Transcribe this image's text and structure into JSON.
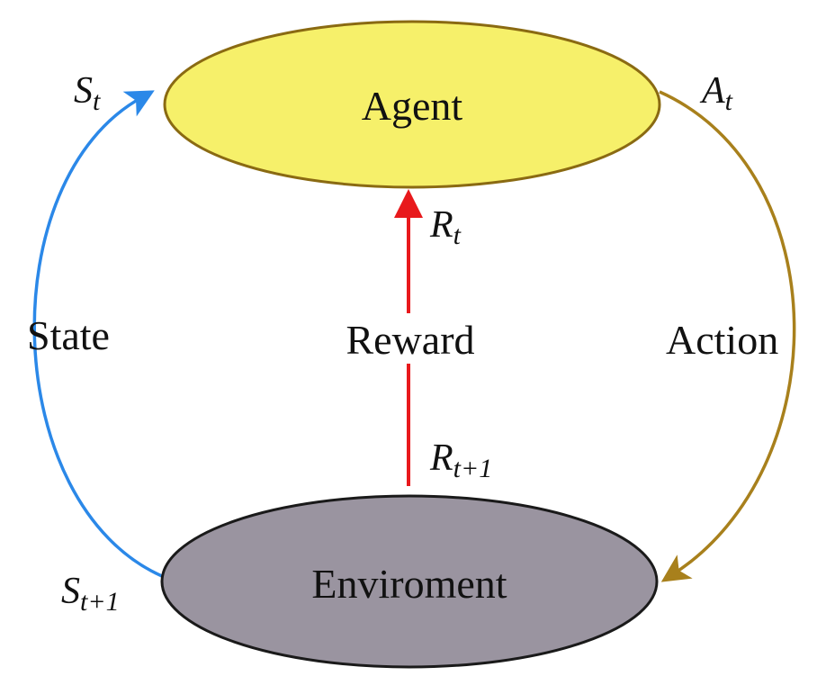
{
  "nodes": {
    "agent": {
      "label": "Agent",
      "fill": "#f6f06a",
      "stroke": "#8a6a12"
    },
    "environment": {
      "label": "Enviroment",
      "fill": "#9a94a0",
      "stroke": "#1a1a1a"
    }
  },
  "edges": {
    "state": {
      "label": "State",
      "color": "#2b88e8"
    },
    "action": {
      "label": "Action",
      "color": "#a8801c"
    },
    "reward": {
      "label": "Reward",
      "color": "#e8191c"
    }
  },
  "variables": {
    "s_t": {
      "base": "S",
      "sub": "t"
    },
    "s_t1": {
      "base": "S",
      "sub": "t+1"
    },
    "a_t": {
      "base": "A",
      "sub": "t"
    },
    "r_t": {
      "base": "R",
      "sub": "t"
    },
    "r_t1": {
      "base": "R",
      "sub": "t+1"
    }
  }
}
